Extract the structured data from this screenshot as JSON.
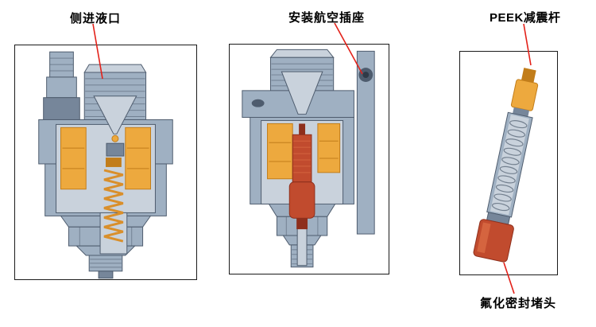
{
  "annotations": {
    "side_inlet": "侧进液口",
    "aviation_socket": "安装航空插座",
    "peek_rod": "PEEK减震杆",
    "seal_plug": "氟化密封堵头"
  },
  "colors": {
    "background": "#ffffff",
    "label_text": "#000000",
    "leader_line": "#e32119",
    "panel_border": "#1a1a1a",
    "metal_light": "#c9d2dc",
    "metal_mid": "#9fb0c2",
    "metal_dark": "#76869a",
    "metal_deep": "#4e5c6e",
    "coil_orange": "#eda93e",
    "coil_orange_dark": "#c27d1a",
    "plug_red": "#c14b2e",
    "plug_red_dark": "#8e2f1c",
    "plug_red_light": "#d96a44",
    "spring_orange": "#d98f2b"
  }
}
